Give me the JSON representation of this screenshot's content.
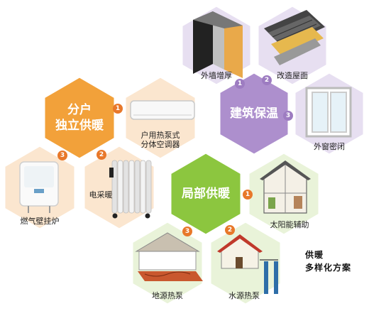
{
  "colors": {
    "orange": "#f2a13a",
    "purple": "#ad8fcd",
    "green": "#8cc63f",
    "peach": "#fbe6cf",
    "lilac": "#e7dff1",
    "mint": "#e9f3d9",
    "badge_orange": "#e8782a",
    "badge_purple": "#9d7cc1",
    "badge_green": "#e8782a"
  },
  "hubs": {
    "independent": {
      "line1": "分户",
      "line2": "独立供暖"
    },
    "insulation": {
      "text": "建筑保温"
    },
    "local": {
      "text": "局部供暖"
    }
  },
  "items": {
    "wall_insulation": {
      "num": "1",
      "label": "外墙增厚"
    },
    "roof": {
      "num": "2",
      "label": "改造屋面"
    },
    "window": {
      "num": "3",
      "label": "外窗密闭"
    },
    "ac": {
      "num": "1",
      "label_line1": "户用热泵式",
      "label_line2": "分体空调器"
    },
    "electric": {
      "num": "2",
      "label": "电采暖"
    },
    "boiler": {
      "num": "3",
      "label": "燃气壁挂炉"
    },
    "solar": {
      "num": "1",
      "label": "太阳能辅助"
    },
    "water_pump": {
      "num": "2",
      "label": "水源热泵"
    },
    "ground_pump": {
      "num": "3",
      "label": "地源热泵"
    }
  },
  "caption": {
    "line1": "供暖",
    "line2": "多样化方案"
  }
}
